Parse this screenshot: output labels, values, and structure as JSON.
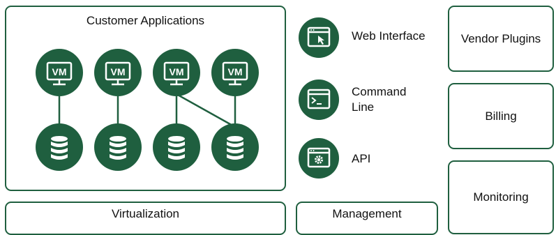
{
  "customer_apps": {
    "title": "Customer Applications",
    "vm_label": "VM"
  },
  "bottom_bar": {
    "virtualization": "Virtualization",
    "management": "Management"
  },
  "interfaces": [
    {
      "label": "Web Interface",
      "icon": "browser-cursor-icon"
    },
    {
      "label": "Command\nLine",
      "icon": "terminal-icon"
    },
    {
      "label": "API",
      "icon": "browser-gear-icon"
    }
  ],
  "right_column": {
    "vendor_plugins": "Vendor Plugins",
    "billing": "Billing",
    "monitoring": "Monitoring"
  },
  "colors": {
    "primary": "#1f5f3f",
    "line": "#1f5f3f"
  }
}
